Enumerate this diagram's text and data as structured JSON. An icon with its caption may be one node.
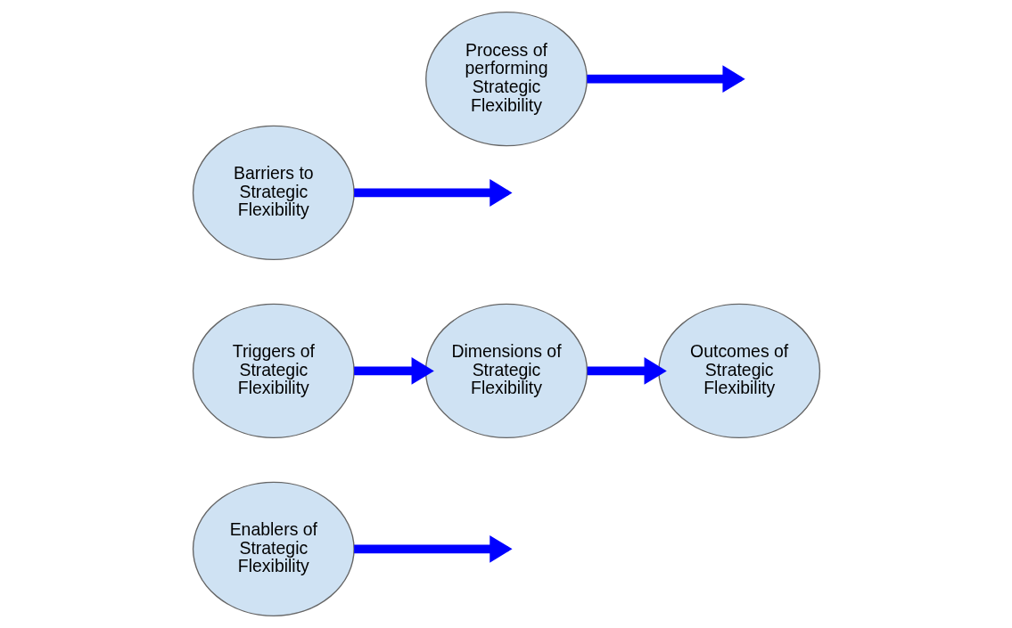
{
  "diagram": {
    "nodes": [
      {
        "text": [
          "Enablers of Strategic Flexibility"
        ]
      },
      {
        "text": [
          "Triggers of Strategic Flexibility"
        ]
      },
      {
        "text": [
          "Dimensions of Strategic Flexibility"
        ]
      },
      {
        "text": [
          "Outcomes of Strategic Flexibility"
        ]
      },
      {
        "text": [
          "Barriers to Strategic Flexibility"
        ]
      },
      {
        "text": [
          "Process of performing Strategic Flexibility"
        ]
      }
    ],
    "edges": [
      {
        "from": 1,
        "to": 2,
        "arrow": "to"
      },
      {
        "from": 2,
        "to": 3,
        "arrow": "to"
      },
      {
        "from": 0,
        "to": null,
        "arrow": "to"
      },
      {
        "from": 4,
        "to": null,
        "arrow": "to"
      },
      {
        "from": 5,
        "to": null,
        "arrow": "to"
      }
    ]
  }
}
